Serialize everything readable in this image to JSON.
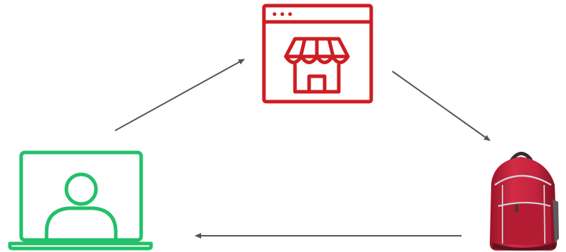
{
  "diagram": {
    "nodes": [
      {
        "id": "customer",
        "icon": "laptop-user-icon",
        "color": "#22c06a"
      },
      {
        "id": "storefront",
        "icon": "online-store-icon",
        "color": "#cc1e22"
      },
      {
        "id": "product",
        "icon": "backpack-icon",
        "color": "#c6243a"
      }
    ],
    "edges": [
      {
        "from": "customer",
        "to": "storefront"
      },
      {
        "from": "storefront",
        "to": "product"
      },
      {
        "from": "product",
        "to": "customer"
      }
    ],
    "colors": {
      "customer": "#22c06a",
      "store": "#cc1e22",
      "backpack": "#c6243a",
      "backpack_dark": "#8e1426",
      "arrow": "#555555"
    }
  }
}
